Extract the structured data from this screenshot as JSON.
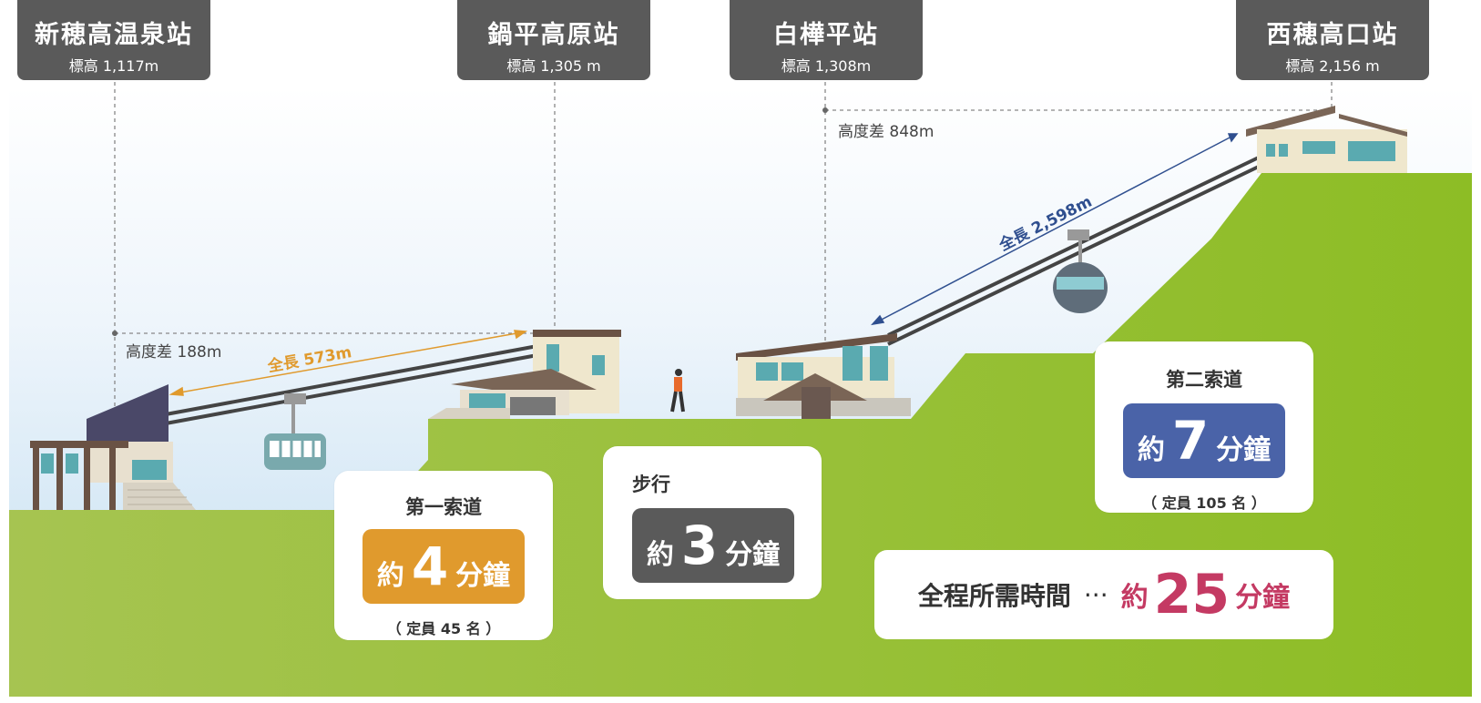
{
  "stations": [
    {
      "name": "新穂高温泉站",
      "elevation": "標高 1,117m"
    },
    {
      "name": "鍋平高原站",
      "elevation": "標高 1,305 m"
    },
    {
      "name": "白樺平站",
      "elevation": "標高 1,308m"
    },
    {
      "name": "西穂高口站",
      "elevation": "標高 2,156 m"
    }
  ],
  "height_diff_1": "高度差 188m",
  "height_diff_2": "高度差 848m",
  "length_1": "全長 573m",
  "length_2": "全長 2,598m",
  "ropeway1": {
    "title": "第一索道",
    "prefix": "約",
    "minutes": "4",
    "unit": "分鐘",
    "capacity": "（ 定員 45 名 ）"
  },
  "walk": {
    "title": "步行",
    "prefix": "約",
    "minutes": "3",
    "unit": "分鐘"
  },
  "ropeway2": {
    "title": "第二索道",
    "prefix": "約",
    "minutes": "7",
    "unit": "分鐘",
    "capacity": "（ 定員 105 名 ）"
  },
  "total": {
    "label": "全程所需時間",
    "dots": "···",
    "prefix": "約",
    "minutes": "25",
    "unit": "分鐘"
  },
  "colors": {
    "ropeway1": "#e09a2d",
    "walk": "#5a5a5a",
    "ropeway2": "#4a63a8",
    "total": "#c43a63",
    "station_box": "#5a5a5a",
    "grass_light": "#a4c64b",
    "grass": "#92c02b"
  }
}
